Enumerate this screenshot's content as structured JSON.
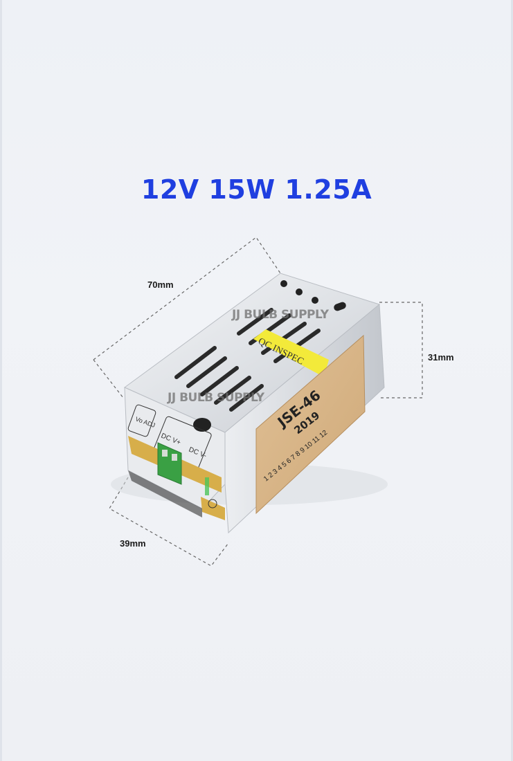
{
  "headline": "12V 15W 1.25A",
  "dimensions": {
    "length": "70mm",
    "height": "31mm",
    "width": "39mm"
  },
  "watermark": "JJ BULB SUPPLY",
  "product": {
    "label_sticker": "QC INSPEC",
    "model": "JSE-46",
    "year": "2019",
    "checkbox_numbers": "1 2 3 4 5 6 7 8 9 10 11 12",
    "terminal_label_adj": "Vo ADJ",
    "terminal_label_pos": "DC V+",
    "terminal_label_neg": "DC V-"
  },
  "colors": {
    "headline": "#1f3fe0",
    "sticker_yellow": "#f3ea3a",
    "label_kraft": "#d8b68a",
    "pcb_green": "#3aa044"
  }
}
